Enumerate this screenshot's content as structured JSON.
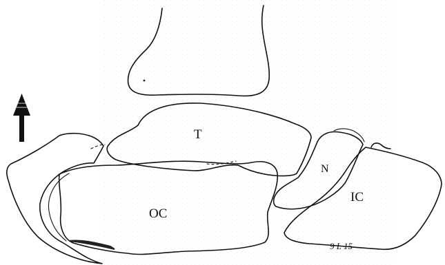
{
  "labels": {
    "talus": "T",
    "os_calcis": "OC",
    "navicular": "N",
    "internal_cuneiform": "IC",
    "handwritten_mark": "9 L 15"
  },
  "colors": {
    "line": "#111111",
    "background": "#ffffff",
    "stipple": "#9a9a9a"
  }
}
